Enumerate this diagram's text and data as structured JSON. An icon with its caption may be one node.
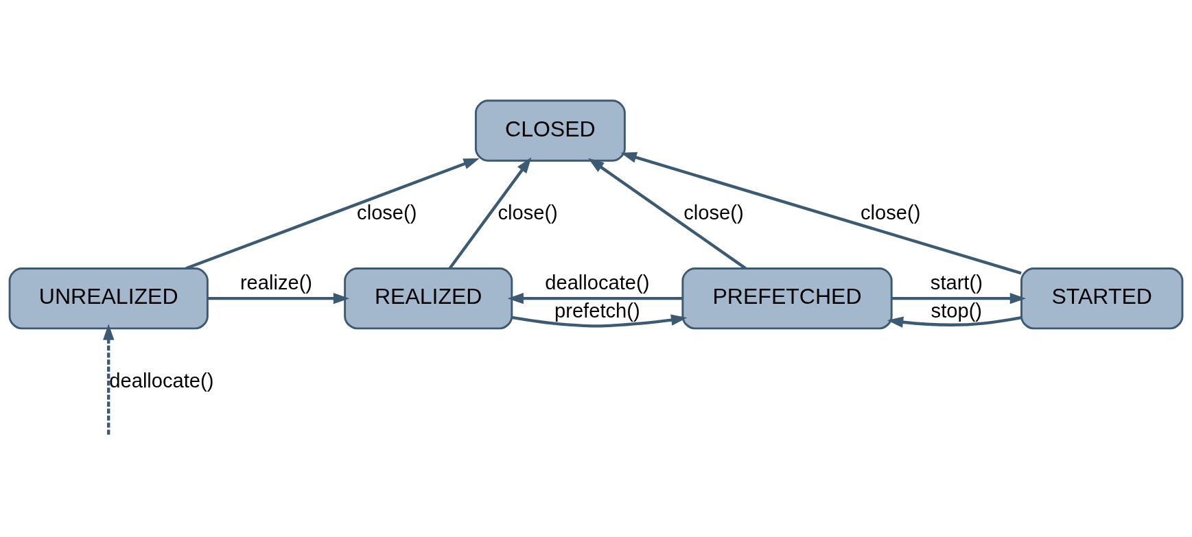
{
  "diagram": {
    "nodes": [
      {
        "text": [
          "CLOSED"
        ]
      },
      {
        "text": [
          "UNREALIZED"
        ]
      },
      {
        "text": [
          "REALIZED"
        ]
      },
      {
        "text": [
          "PREFETCHED"
        ]
      },
      {
        "text": [
          "STARTED"
        ]
      }
    ],
    "edges": [
      {
        "from": 1,
        "to": 0,
        "arrow": "to",
        "label": "close()"
      },
      {
        "from": 2,
        "to": 0,
        "arrow": "to",
        "label": "close()"
      },
      {
        "from": 3,
        "to": 0,
        "arrow": "to",
        "label": "close()"
      },
      {
        "from": 4,
        "to": 0,
        "arrow": "to",
        "label": "close()"
      },
      {
        "from": 1,
        "to": 2,
        "arrow": "to",
        "label": "realize()"
      },
      {
        "from": 2,
        "to": 3,
        "arrow": "to",
        "label": "prefetch()"
      },
      {
        "from": 3,
        "to": 4,
        "arrow": "to",
        "label": "start()"
      },
      {
        "from": null,
        "to": 1,
        "arrow": "to",
        "label": "deallocate()",
        "style": "dashed"
      },
      {
        "from": 3,
        "to": 2,
        "arrow": "to",
        "label": "deallocate()"
      },
      {
        "from": 4,
        "to": 3,
        "arrow": "to",
        "label": "stop()"
      }
    ]
  }
}
